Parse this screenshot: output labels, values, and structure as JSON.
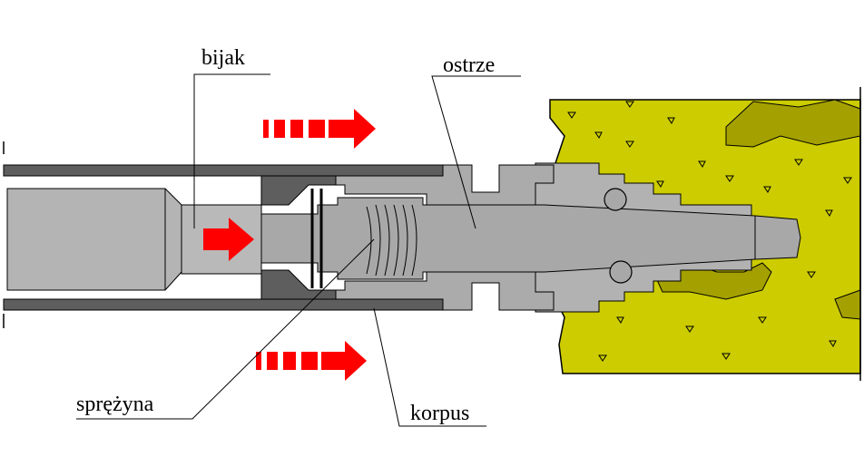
{
  "labels": {
    "striker": "bijak",
    "blade": "ostrze",
    "spring": "sprężyna",
    "body": "korpus"
  },
  "colors": {
    "housing_dark": "#5e5e5e",
    "part_light": "#b9b9b9",
    "part_mid": "#a8a8a8",
    "concrete": "#cccc00",
    "concrete_dark": "#a4a000",
    "arrow": "#ff0000",
    "outline": "#000000"
  },
  "arrows": [
    "top-right",
    "center-right",
    "bottom-right"
  ]
}
